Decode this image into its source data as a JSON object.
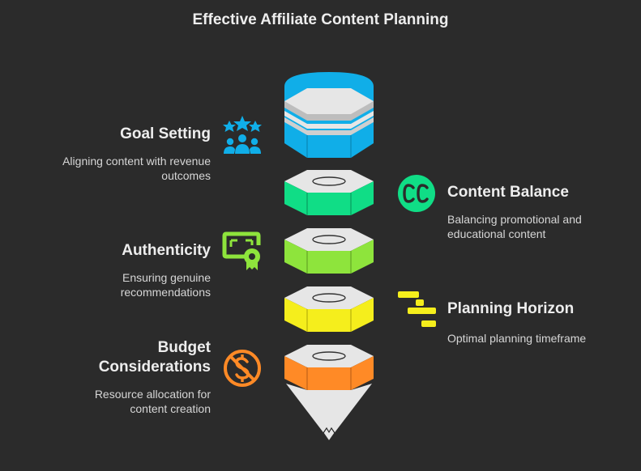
{
  "title": "Effective Affiliate Content Planning",
  "items": [
    {
      "heading": "Goal Setting",
      "description": "Aligning content with revenue outcomes",
      "desc_line1": "Aligning content with revenue",
      "desc_line2": "outcomes",
      "icon": "stars-team-icon",
      "color": "#10aee8"
    },
    {
      "heading": "Content Balance",
      "description": "Balancing promotional and educational content",
      "desc_line1": "Balancing promotional and",
      "desc_line2": "educational content",
      "icon": "cc-icon",
      "color": "#10dd86"
    },
    {
      "heading": "Authenticity",
      "description": "Ensuring genuine recommendations",
      "desc_line1": "Ensuring genuine",
      "desc_line2": "recommendations",
      "icon": "certificate-icon",
      "color": "#8ee43c"
    },
    {
      "heading": "Planning Horizon",
      "description": "Optimal planning timeframe",
      "icon": "timeline-icon",
      "color": "#f5ee1c"
    },
    {
      "heading_line1": "Budget",
      "heading_line2": "Considerations",
      "description": "Resource allocation for content creation",
      "desc_line1": "Resource allocation for",
      "desc_line2": "content creation",
      "icon": "no-money-icon",
      "color": "#ff8a26"
    }
  ]
}
